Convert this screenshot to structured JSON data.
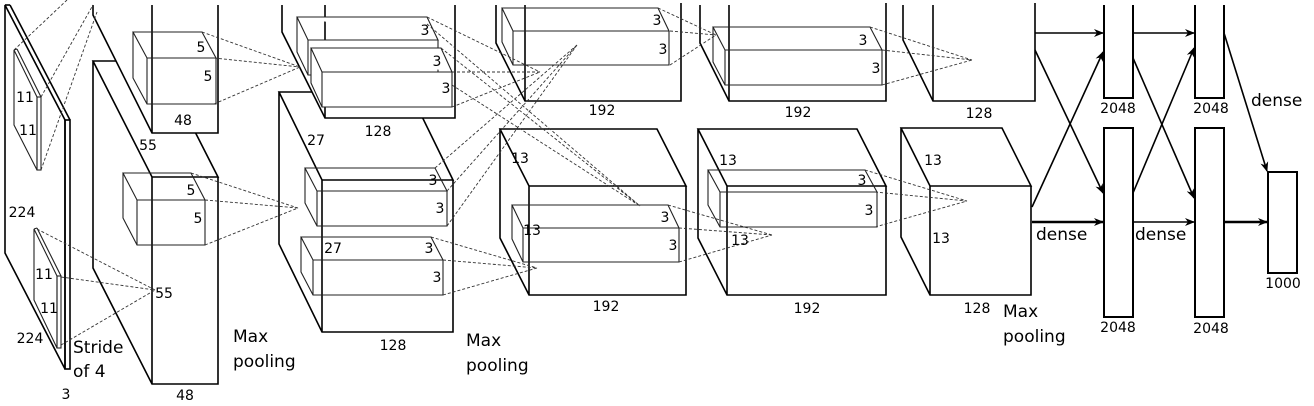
{
  "input": {
    "height": "224",
    "width": "224",
    "depth": "3",
    "kernel_top": {
      "h": "11",
      "w": "11"
    },
    "kernel_bottom": {
      "h": "11",
      "w": "11"
    },
    "stride_line1": "Stride",
    "stride_line2": "of 4"
  },
  "conv1": {
    "top": {
      "kernel_h": "5",
      "kernel_w": "5",
      "depth": "48",
      "size": "55"
    },
    "bottom": {
      "kernel_h": "5",
      "kernel_w": "5",
      "size": "55",
      "depth": "48"
    },
    "pool_line1": "Max",
    "pool_line2": "pooling"
  },
  "conv2": {
    "top": {
      "k1": "3",
      "k2": "3",
      "k3": "3",
      "depth": "128",
      "size": "27"
    },
    "bottom": {
      "k1a": "3",
      "k1b": "3",
      "size": "27",
      "k2a": "3",
      "k2b": "3",
      "depth": "128"
    },
    "pool_line1": "Max",
    "pool_line2": "pooling"
  },
  "conv3": {
    "top": {
      "k1": "3",
      "k2": "3",
      "depth": "192"
    },
    "bottom": {
      "size": "13",
      "size2": "13",
      "k1": "3",
      "k2": "3",
      "depth": "192"
    }
  },
  "conv4": {
    "top": {
      "k1": "3",
      "k2": "3",
      "depth": "192"
    },
    "bottom": {
      "size": "13",
      "size2": "13",
      "k1": "3",
      "k2": "3",
      "depth": "192"
    }
  },
  "conv5": {
    "top": {
      "depth": "128"
    },
    "bottom": {
      "size": "13",
      "size2": "13",
      "depth": "128"
    },
    "pool_line1": "Max",
    "pool_line2": "pooling"
  },
  "fc": {
    "fc6_top": "2048",
    "fc6_bottom": "2048",
    "fc7_top": "2048",
    "fc7_bottom": "2048",
    "output": "1000",
    "dense1": "dense",
    "dense2": "dense",
    "dense3": "dense"
  }
}
